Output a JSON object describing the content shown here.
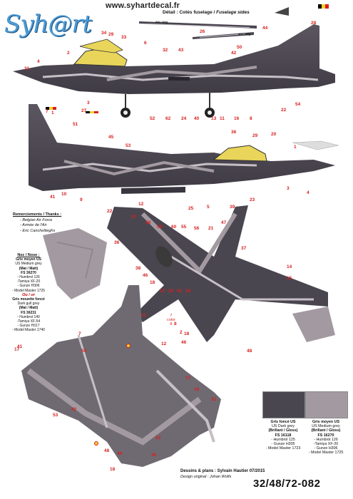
{
  "header": {
    "url": "www.syhartdecal.fr",
    "logo_text": "Syh@rt",
    "detail_title_fr": "Détail : Cotés fuselage / ",
    "detail_title_en": "Fuselage sides",
    "wing_label_1": "Aile / wing",
    "wing_label_2": "Aile / wing"
  },
  "thanks": {
    "title": "Remerciements / Thanks :",
    "items": [
      "- Belgian Air Force",
      "- Armée de l'Air",
      "- Eric Cancheltieghs"
    ]
  },
  "nose": {
    "title": "Nez / Nose :",
    "block1": {
      "name_fr": "Gris moyen US",
      "name_en": "US Medium grey",
      "finish": "(Mat / Matt)",
      "fs": "FS 36270",
      "refs": [
        "- Humbrol 126",
        "-Tamiya XF-20",
        "- Gunze H306",
        "- Model Master 1725"
      ]
    },
    "or_label": "Ou / or",
    "block2": {
      "name_fr": "Gris mouette foncé",
      "name_en": "Dark gull grey",
      "finish": "(Mat / Matt)",
      "fs": "FS 36231",
      "refs": [
        "- Humbrol 140",
        "-Tamiya XF-54",
        "- Gunze H317",
        "- Model Master 1740"
      ]
    }
  },
  "colors": {
    "dark": {
      "hex": "#4a4650",
      "name_fr": "Gris foncé US",
      "name_en": "US Dark grey",
      "finish": "(Brillant / Gloss)",
      "fs": "FS 16118",
      "refs": [
        "- Humbrol 125",
        "- Gunze H305",
        "- Model Master 1723"
      ]
    },
    "medium": {
      "hex": "#a39aa1",
      "name_fr": "Gris moyen US",
      "name_en": "US Medium grey",
      "finish": "(Brillant / Gloss)",
      "fs": "FS 16270",
      "refs": [
        "- Humbrol 126",
        "-Tamiya XF-20",
        "- Gunze H306",
        "- Model Master 1725"
      ]
    },
    "light": {
      "hex": "#c6c0c6"
    },
    "accent_red": "#d81f1f",
    "canopy": "#e8d55a"
  },
  "color_callout": "7\ncolor\n8",
  "credits": {
    "line1": "Dessins & plans : Sylvain Hautier 07/2015",
    "line2": "Design original : Johan Wolfs"
  },
  "product_code": "32/48/72-082",
  "callouts": [
    "28",
    "34",
    "29",
    "33",
    "6",
    "44",
    "50",
    "2",
    "31",
    "4",
    "32",
    "43",
    "26",
    "42",
    "1",
    "7",
    "3",
    "52",
    "62",
    "24",
    "40",
    "13",
    "11",
    "16",
    "8",
    "22",
    "54",
    "27",
    "51",
    "45",
    "53",
    "36",
    "29",
    "20",
    "1",
    "41",
    "10",
    "9",
    "22",
    "12",
    "25",
    "5",
    "39",
    "23",
    "3",
    "4",
    "57",
    "58",
    "59",
    "60",
    "55",
    "56",
    "21",
    "47",
    "37",
    "36",
    "38",
    "46",
    "18",
    "17",
    "35",
    "61",
    "19",
    "14",
    "15",
    "11",
    "12",
    "2",
    "48",
    "8",
    "7",
    "54",
    "42",
    "53",
    "41",
    "17",
    "46",
    "18",
    "32",
    "48",
    "49",
    "52",
    "30",
    "18",
    "18",
    "17"
  ]
}
